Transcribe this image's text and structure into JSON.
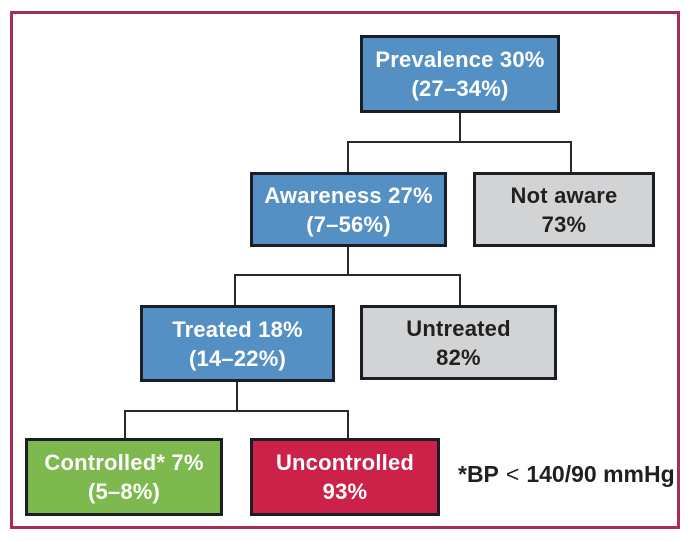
{
  "figure": {
    "type": "flowchart",
    "topic": "Hypertension prevalence, awareness, treatment and control cascade",
    "background": "#FFFFFF",
    "frame_border_color": "#A82C58",
    "box_border_color": "#1B1E24",
    "line_color": "#2A2A2A",
    "nodes": {
      "prevalence": {
        "label": "Prevalence 30%",
        "range": "(27–34%)",
        "fill": "#5590C5",
        "text_color": "#FFFFFF"
      },
      "awareness": {
        "label": "Awareness 27%",
        "range": "(7–56%)",
        "fill": "#5590C5",
        "text_color": "#FFFFFF"
      },
      "not_aware": {
        "label": "Not aware",
        "range": "73%",
        "fill": "#D2D3D4",
        "text_color": "#231F20"
      },
      "treated": {
        "label": "Treated 18%",
        "range": "(14–22%)",
        "fill": "#5590C5",
        "text_color": "#FFFFFF"
      },
      "untreated": {
        "label": "Untreated",
        "range": "82%",
        "fill": "#D2D3D4",
        "text_color": "#231F20"
      },
      "controlled": {
        "label": "Controlled* 7%",
        "range": "(5–8%)",
        "fill": "#7DB94E",
        "text_color": "#FFFFFF"
      },
      "uncontrolled": {
        "label": "Uncontrolled",
        "range": "93%",
        "fill": "#CC2148",
        "text_color": "#FFFFFF"
      }
    },
    "edges": [
      {
        "from": "prevalence",
        "to": [
          "awareness",
          "not_aware"
        ]
      },
      {
        "from": "awareness",
        "to": [
          "treated",
          "untreated"
        ]
      },
      {
        "from": "treated",
        "to": [
          "controlled",
          "uncontrolled"
        ]
      }
    ],
    "footnote": {
      "prefix": "*BP",
      "operator": "<",
      "value": "140/90 mmHg"
    }
  }
}
